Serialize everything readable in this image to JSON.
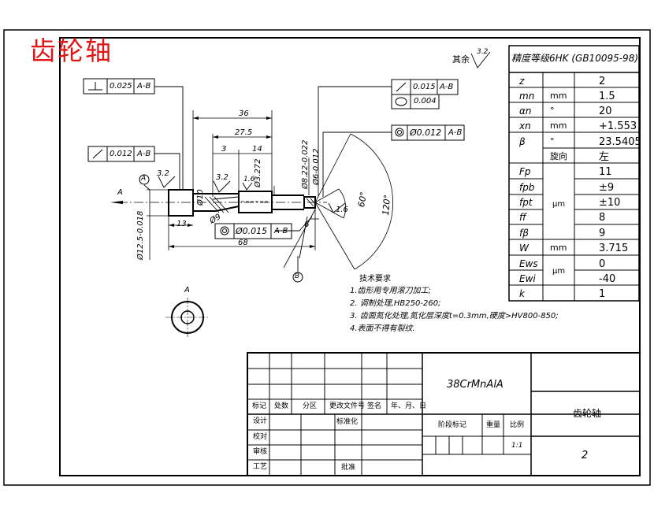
{
  "drawing": {
    "title_red": "齿轮轴",
    "roughness_rest_label": "其余",
    "roughness_rest_value": "3.2"
  },
  "param_table": {
    "header": "精度等级6HK (GB10095-98)",
    "rows": [
      {
        "symbol": "z",
        "unit": "",
        "value": "2"
      },
      {
        "symbol": "mn",
        "unit": "mm",
        "value": "1.5"
      },
      {
        "symbol": "αn",
        "unit": "°",
        "value": "20"
      },
      {
        "symbol": "xn",
        "unit": "mm",
        "value": "+1.553"
      },
      {
        "symbol": "β",
        "unit": "°",
        "value": "23.5405"
      },
      {
        "symbol": "",
        "unit": "旋向",
        "value": "左"
      },
      {
        "symbol": "Fp",
        "unit": "",
        "value": "11"
      },
      {
        "symbol": "fpb",
        "unit": "",
        "value": "±9"
      },
      {
        "symbol": "fpt",
        "unit": "",
        "value": "±10"
      },
      {
        "symbol": "ff",
        "unit": "",
        "value": "8"
      },
      {
        "symbol": "fβ",
        "unit": "",
        "value": "9"
      },
      {
        "symbol": "W",
        "unit": "mm",
        "value": "3.715"
      },
      {
        "symbol": "Ews",
        "unit": "",
        "value": "0"
      },
      {
        "symbol": "Ewi",
        "unit": "",
        "value": "-40"
      },
      {
        "symbol": "k",
        "unit": "",
        "value": "1"
      }
    ],
    "mu_m": "μm"
  },
  "tolerance_frames": {
    "perp": {
      "value": "0.025",
      "datum": "A-B"
    },
    "runout_left": {
      "value": "0.012",
      "datum": "A-B"
    },
    "runout_right": {
      "value": "0.015",
      "datum": "A-B"
    },
    "cylindricity": {
      "value": "0.004"
    },
    "coax_right": {
      "value": "Ø0.012",
      "datum": "A-B"
    },
    "coax_bottom": {
      "value": "Ø0.015",
      "datum": "A-B"
    }
  },
  "dimensions": {
    "d36": "36",
    "d27_5": "27.5",
    "d3": "3",
    "d14": "14",
    "d13": "13",
    "d68": "68",
    "d6": "6",
    "d1_6": "1.6",
    "d3_2a": "3.2",
    "d3_2b": "3.2",
    "d1_6b": "1.6",
    "dia10": "Ø10",
    "dia3_272": "Ø3.272",
    "dia9": "Ø9",
    "dia8_22": "Ø8.22-0.022",
    "dia6": "Ø6-0.012",
    "dia12_5": "Ø12.5-0.018",
    "angle60": "60°",
    "angle120": "120°",
    "view_a": "A",
    "datum_a": "A",
    "datum_b": "B",
    "section_a": "A"
  },
  "tech_req": {
    "title": "技术要求",
    "items": [
      "1.齿形用专用滚刀加工;",
      "2. 调制处理,HB250-260;",
      "3. 齿面氮化处理,氮化层深度t=0.3mm,硬度>HV800-850;",
      "4.表面不得有裂纹."
    ]
  },
  "title_block": {
    "material": "38CrMnAlA",
    "part_name": "齿轮轴",
    "drawing_no": "2",
    "scale": "1:1",
    "row_labels": [
      "标记",
      "处数",
      "分区",
      "更改文件号",
      "签名",
      "年、月、日"
    ],
    "left_labels": [
      "设计",
      "校对",
      "审核",
      "工艺"
    ],
    "std_label": "标准化",
    "approve_label": "批准",
    "stage_label": "阶段标记",
    "weight_label": "重量",
    "scale_label": "比例"
  }
}
